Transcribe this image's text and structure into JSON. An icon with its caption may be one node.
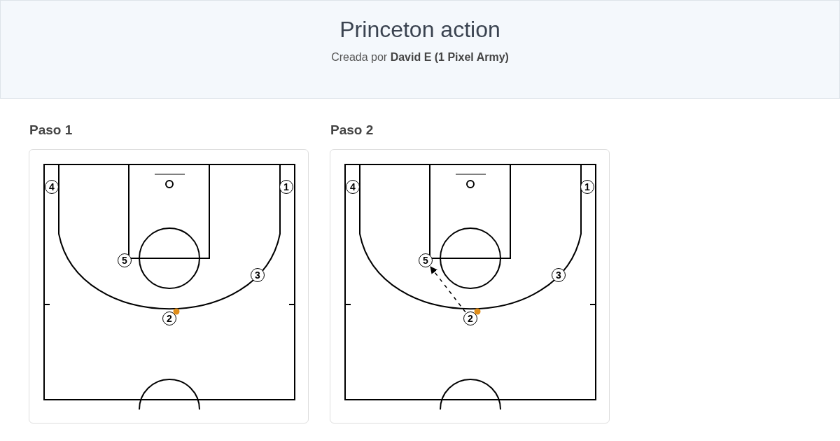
{
  "diagram": {
    "title": "Princeton action",
    "nodes": [
      {
        "text": [
          "Paso 1"
        ]
      },
      {
        "text": [
          "4"
        ],
        "in": 0
      },
      {
        "text": [
          "1"
        ],
        "in": 0
      },
      {
        "text": [
          "5"
        ],
        "in": 0
      },
      {
        "text": [
          "3"
        ],
        "in": 0
      },
      {
        "text": [
          "2"
        ],
        "in": 0
      },
      {
        "text": [
          "Paso 2"
        ]
      },
      {
        "text": [
          "4"
        ],
        "in": 6
      },
      {
        "text": [
          "1"
        ],
        "in": 6
      },
      {
        "text": [
          "5"
        ],
        "in": 6
      },
      {
        "text": [
          "3"
        ],
        "in": 6
      },
      {
        "text": [
          "2"
        ],
        "in": 6
      }
    ],
    "edges": [
      {
        "from": 11,
        "to": 9,
        "arrow": "to",
        "style": "dashed"
      }
    ],
    "labels": [
      "Creada por **David E (1 Pixel Army)**"
    ]
  }
}
